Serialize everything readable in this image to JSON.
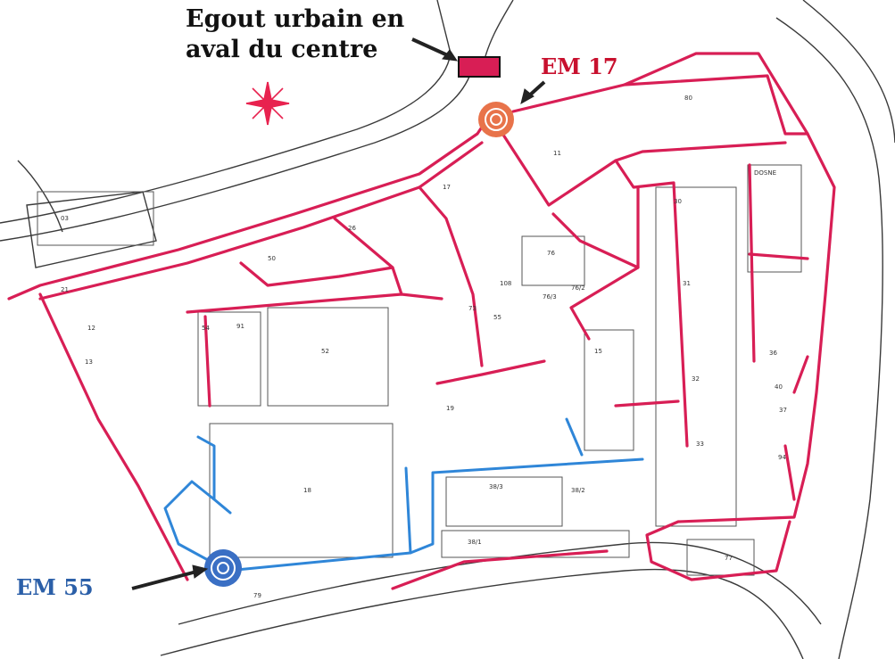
{
  "title": {
    "line1": "Egout urbain en",
    "line2": "aval du centre"
  },
  "labels": {
    "em17": "EM 17",
    "em55": "EM 55"
  },
  "colors": {
    "red_network": "#d81e55",
    "blue_network": "#2f86d8",
    "em17_marker": "#e8734a",
    "em55_marker": "#3a6fc4",
    "em17_text": "#c8102e",
    "em55_text": "#2b5fa8",
    "sewer_box": "#d81e55",
    "compass": "#e8224f"
  },
  "icons": [
    "compass-rose-icon",
    "arrow-icon"
  ],
  "building_numbers": [
    {
      "id": "b03",
      "text": "03"
    },
    {
      "id": "b80",
      "text": "80"
    },
    {
      "id": "b11",
      "text": "11"
    },
    {
      "id": "b17",
      "text": "17"
    },
    {
      "id": "b26",
      "text": "26"
    },
    {
      "id": "b50",
      "text": "50"
    },
    {
      "id": "b21",
      "text": "21"
    },
    {
      "id": "b30",
      "text": "30"
    },
    {
      "id": "bdosne",
      "text": "DOSNE"
    },
    {
      "id": "b31",
      "text": "31"
    },
    {
      "id": "b76",
      "text": "76"
    },
    {
      "id": "b108",
      "text": "108"
    },
    {
      "id": "b73",
      "text": "73"
    },
    {
      "id": "b55",
      "text": "55"
    },
    {
      "id": "b765",
      "text": "76/3"
    },
    {
      "id": "b762",
      "text": "76/2"
    },
    {
      "id": "b12",
      "text": "12"
    },
    {
      "id": "b54",
      "text": "54"
    },
    {
      "id": "b91",
      "text": "91"
    },
    {
      "id": "b52",
      "text": "52"
    },
    {
      "id": "b15",
      "text": "15"
    },
    {
      "id": "b32",
      "text": "32"
    },
    {
      "id": "b36",
      "text": "36"
    },
    {
      "id": "b40",
      "text": "40"
    },
    {
      "id": "b37",
      "text": "37"
    },
    {
      "id": "b19",
      "text": "19"
    },
    {
      "id": "b33",
      "text": "33"
    },
    {
      "id": "b94",
      "text": "94"
    },
    {
      "id": "b18",
      "text": "18"
    },
    {
      "id": "b383",
      "text": "38/3"
    },
    {
      "id": "b382",
      "text": "38/2"
    },
    {
      "id": "b381",
      "text": "38/1"
    },
    {
      "id": "b77",
      "text": "77"
    },
    {
      "id": "b79",
      "text": "79"
    },
    {
      "id": "b13",
      "text": "13"
    }
  ]
}
